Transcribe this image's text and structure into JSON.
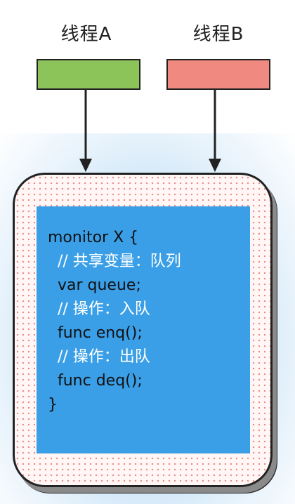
{
  "threads": {
    "a": {
      "label": "线程A",
      "color": "#8dc45a"
    },
    "b": {
      "label": "线程B",
      "color": "#f08a80"
    }
  },
  "monitor": {
    "code_lines": [
      {
        "text": "monitor X {",
        "kind": "code"
      },
      {
        "text": "  // 共享变量：队列",
        "kind": "comment"
      },
      {
        "text": "  var queue;",
        "kind": "code"
      },
      {
        "text": "  // 操作：入队",
        "kind": "comment"
      },
      {
        "text": "  func enq();",
        "kind": "code"
      },
      {
        "text": "  // 操作：出队",
        "kind": "comment"
      },
      {
        "text": "  func deq();",
        "kind": "code"
      },
      {
        "text": "}",
        "kind": "code"
      }
    ],
    "panel_color": "#3a9fe6",
    "comment_color": "#ffffff"
  }
}
